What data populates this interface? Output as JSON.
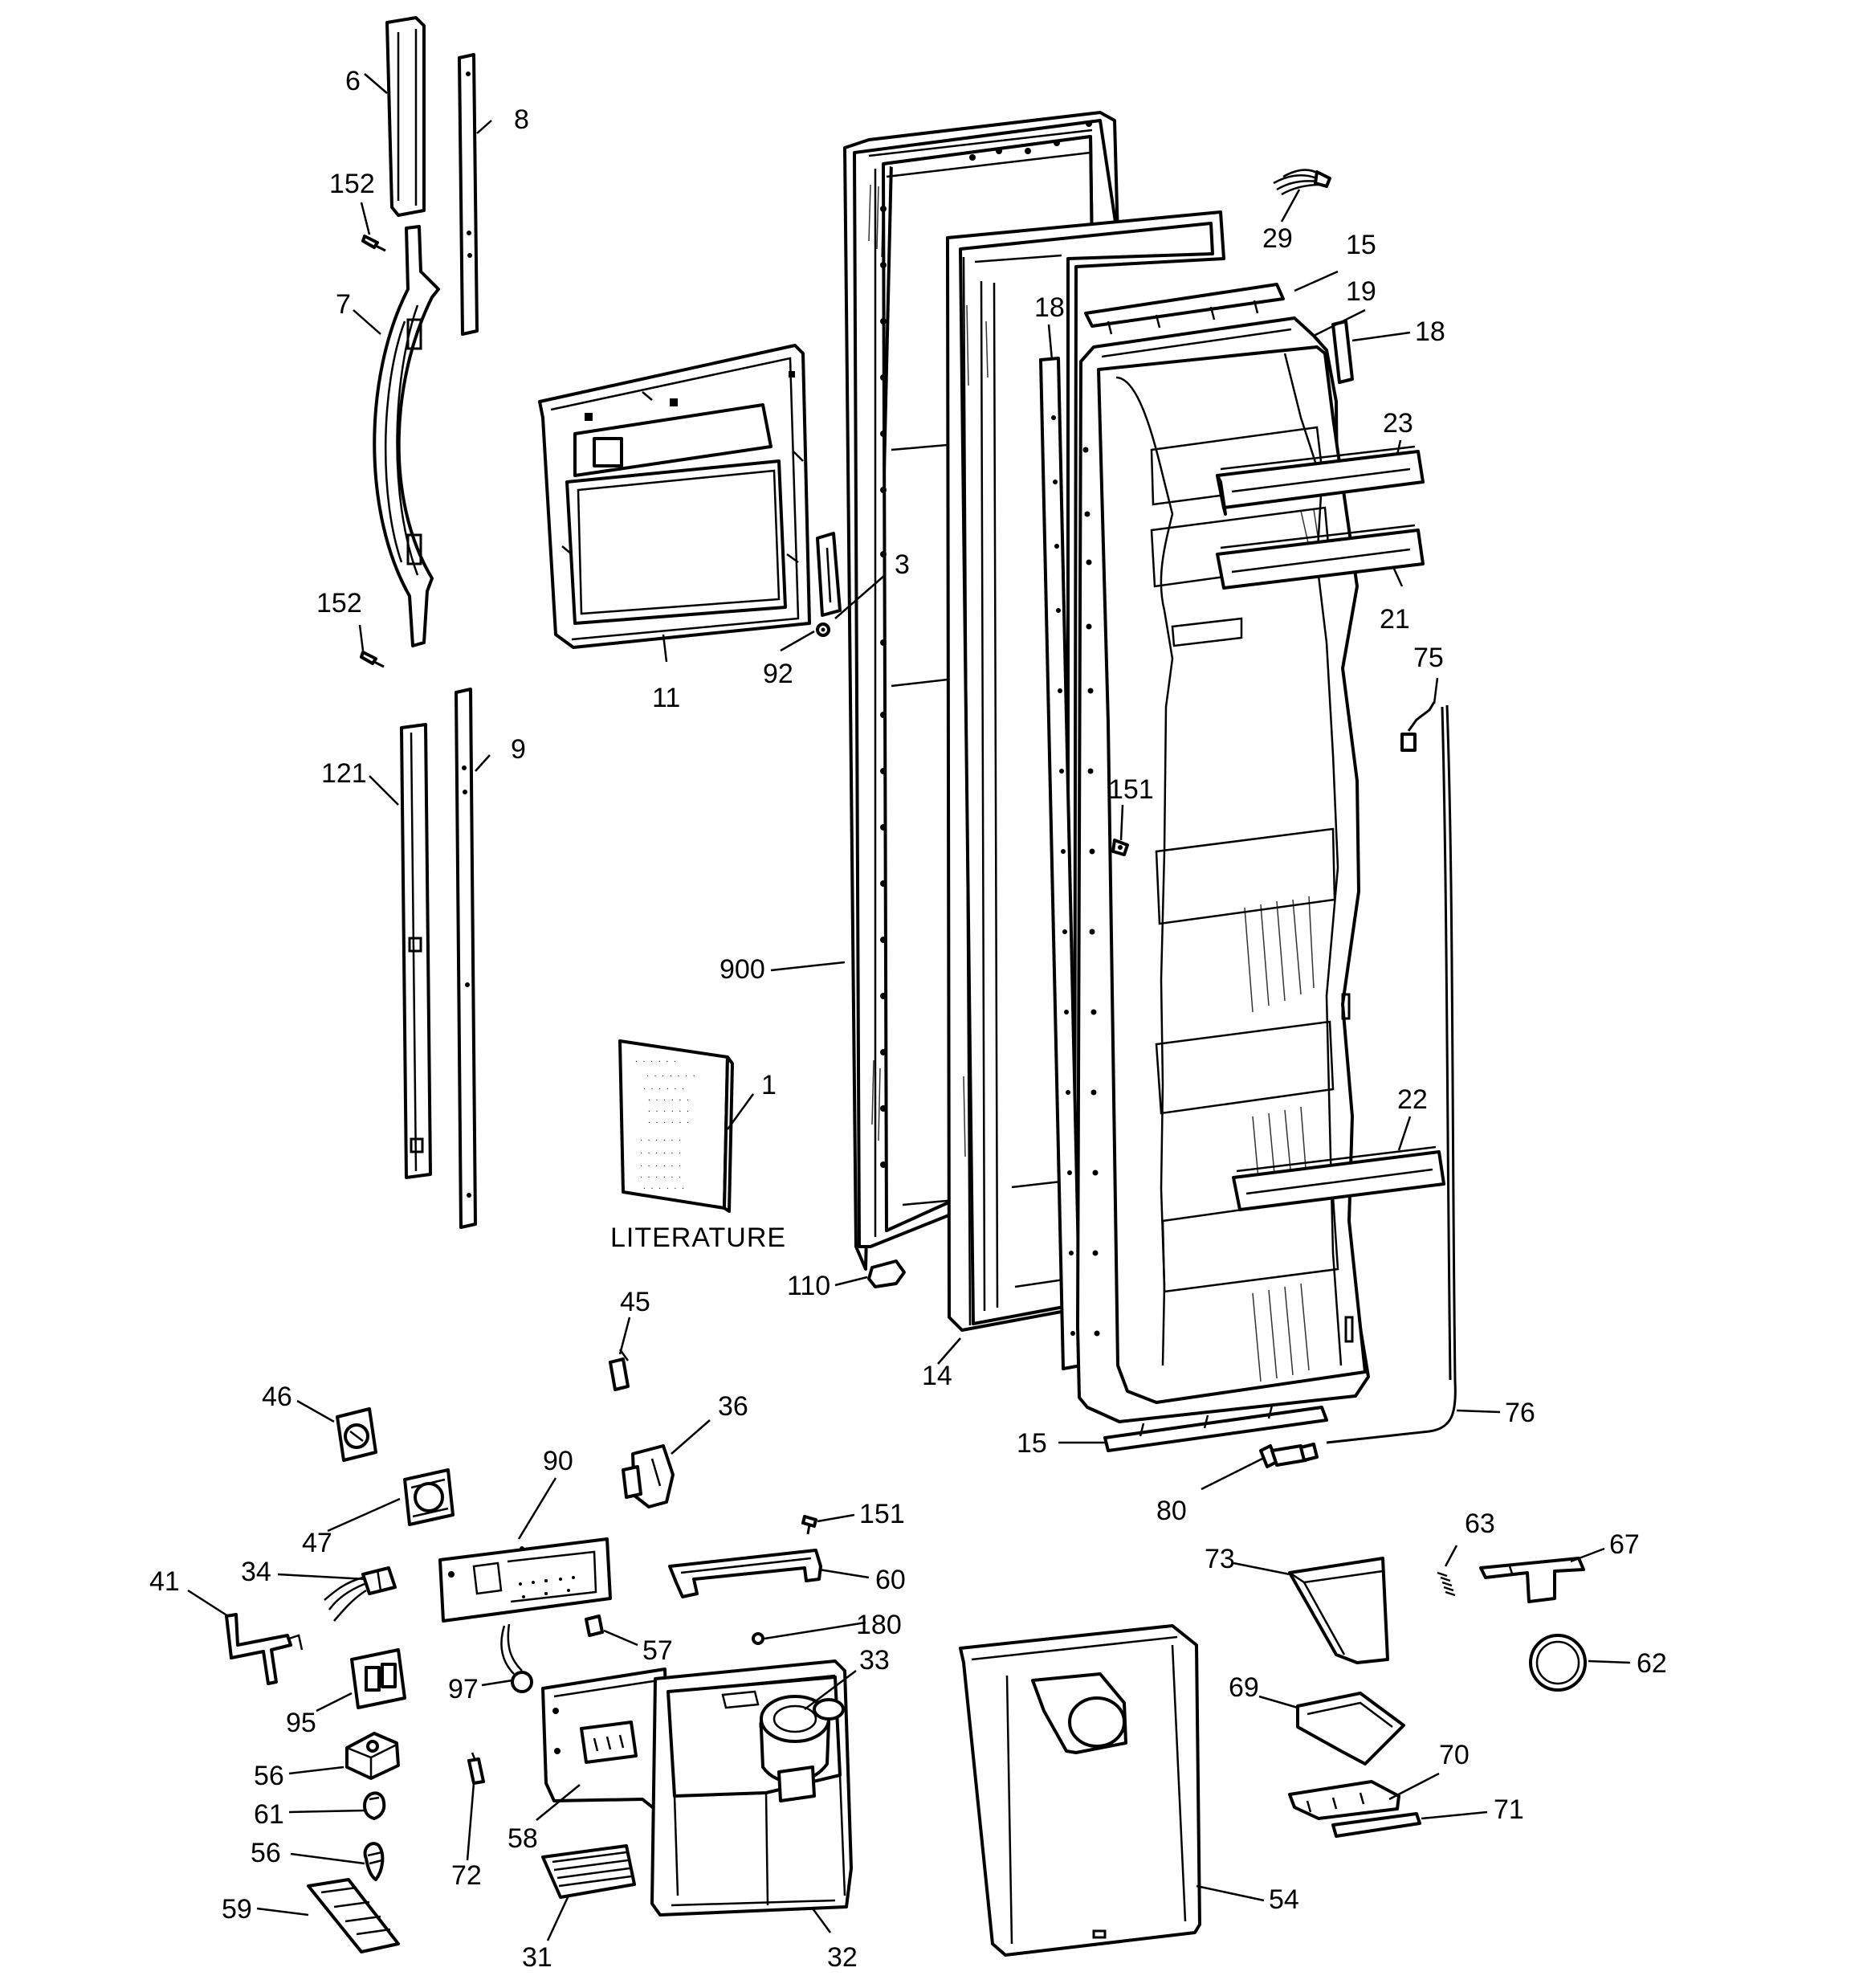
{
  "diagram": {
    "kind": "exploded parts view",
    "caption": "LITERATURE",
    "callouts": {
      "c6": "6",
      "c8": "8",
      "c152a": "152",
      "c7": "7",
      "c152b": "152",
      "c121": "121",
      "c9": "9",
      "c11": "11",
      "c3": "3",
      "c92": "92",
      "c900": "900",
      "c1": "1",
      "c110": "110",
      "c14": "14",
      "c18a": "18",
      "c29": "29",
      "c15a": "15",
      "c19": "19",
      "c18b": "18",
      "c23": "23",
      "c21": "21",
      "c75": "75",
      "c151a": "151",
      "c22": "22",
      "c76": "76",
      "c15b": "15",
      "c80": "80",
      "c45": "45",
      "c46": "46",
      "c36": "36",
      "c90": "90",
      "c47": "47",
      "c151b": "151",
      "c34": "34",
      "c41": "41",
      "c60": "60",
      "c180": "180",
      "c57": "57",
      "c33": "33",
      "c97": "97",
      "c95": "95",
      "c56a": "56",
      "c61": "61",
      "c56b": "56",
      "c59": "59",
      "c72": "72",
      "c58": "58",
      "c31": "31",
      "c32": "32",
      "c73": "73",
      "c63": "63",
      "c67": "67",
      "c62": "62",
      "c69": "69",
      "c70": "70",
      "c71": "71",
      "c54": "54"
    }
  }
}
